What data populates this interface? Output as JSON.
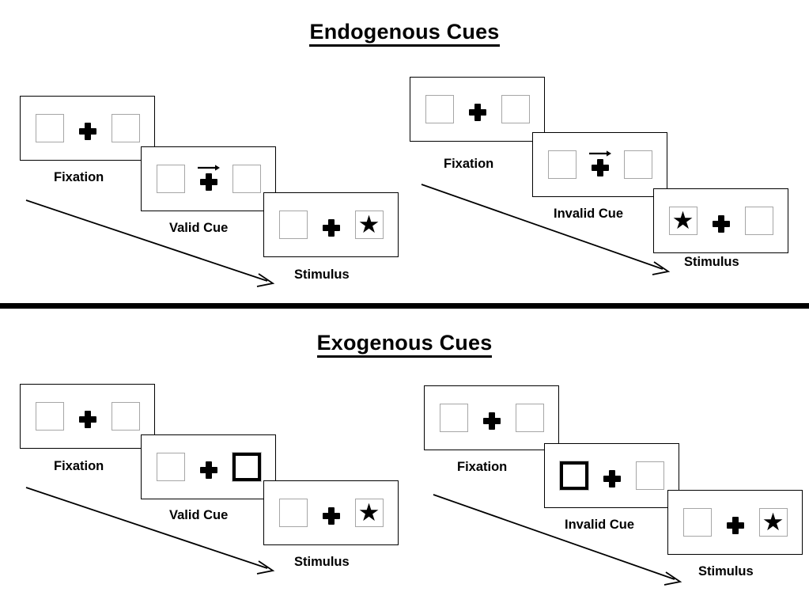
{
  "figure": {
    "type": "posner-cueing-paradigm-diagram",
    "background_color": "#ffffff",
    "line_color": "#000000",
    "box_border_color": "#a6a6a6",
    "cued_box_border_color": "#000000"
  },
  "sections": [
    {
      "id": "endogenous",
      "title": "Endogenous Cues",
      "sequences": [
        {
          "id": "endogenous-valid",
          "condition": "valid",
          "steps": [
            {
              "caption": "Fixation",
              "left_box": "empty",
              "right_box": "empty",
              "center": "plus",
              "cue": "none"
            },
            {
              "caption": "Valid Cue",
              "left_box": "empty",
              "right_box": "empty",
              "center": "plus",
              "cue": "arrow-right"
            },
            {
              "caption": "Stimulus",
              "left_box": "empty",
              "right_box": "star",
              "center": "plus",
              "cue": "none"
            }
          ]
        },
        {
          "id": "endogenous-invalid",
          "condition": "invalid",
          "steps": [
            {
              "caption": "Fixation",
              "left_box": "empty",
              "right_box": "empty",
              "center": "plus",
              "cue": "none"
            },
            {
              "caption": "Invalid Cue",
              "left_box": "empty",
              "right_box": "empty",
              "center": "plus",
              "cue": "arrow-right"
            },
            {
              "caption": "Stimulus",
              "left_box": "star",
              "right_box": "empty",
              "center": "plus",
              "cue": "none"
            }
          ]
        }
      ]
    },
    {
      "id": "exogenous",
      "title": "Exogenous Cues",
      "sequences": [
        {
          "id": "exogenous-valid",
          "condition": "valid",
          "steps": [
            {
              "caption": "Fixation",
              "left_box": "empty",
              "right_box": "empty",
              "center": "plus",
              "cue": "none"
            },
            {
              "caption": "Valid Cue",
              "left_box": "empty",
              "right_box": "highlighted",
              "center": "plus",
              "cue": "none"
            },
            {
              "caption": "Stimulus",
              "left_box": "empty",
              "right_box": "star",
              "center": "plus",
              "cue": "none"
            }
          ]
        },
        {
          "id": "exogenous-invalid",
          "condition": "invalid",
          "steps": [
            {
              "caption": "Fixation",
              "left_box": "empty",
              "right_box": "empty",
              "center": "plus",
              "cue": "none"
            },
            {
              "caption": "Invalid Cue",
              "left_box": "highlighted",
              "right_box": "empty",
              "center": "plus",
              "cue": "none"
            },
            {
              "caption": "Stimulus",
              "left_box": "empty",
              "right_box": "star",
              "center": "plus",
              "cue": "none"
            }
          ]
        }
      ]
    }
  ],
  "icons": {
    "star": "★",
    "fixation_cross": "plus-icon",
    "cue_arrow": "arrow-right-icon",
    "time_arrow": "time-flow-arrow-icon"
  }
}
